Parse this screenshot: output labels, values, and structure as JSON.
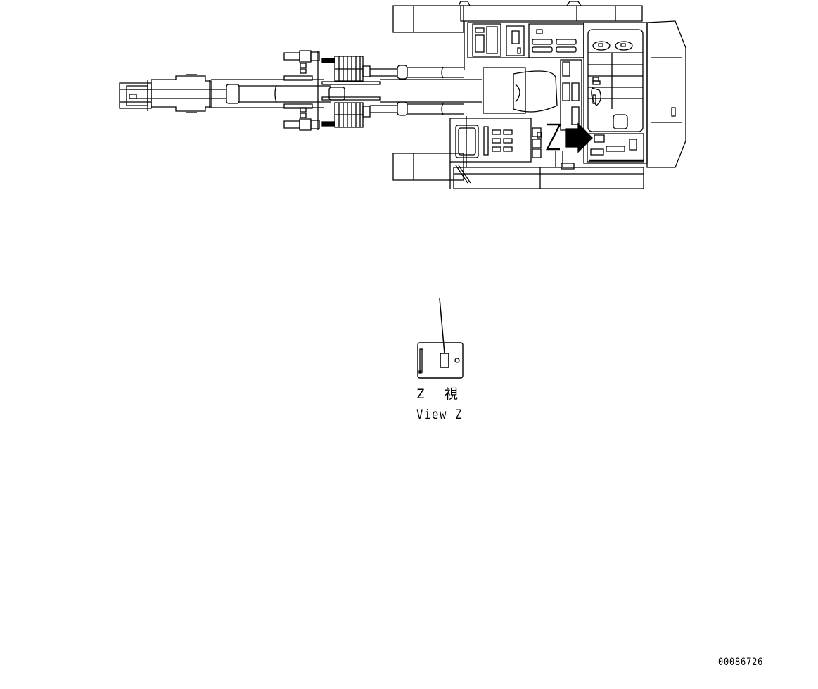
{
  "diagram": {
    "subject": "Excavator top view with decal location",
    "main_view": {
      "name": "excavator-top-view",
      "pointer_arrow_label": "Z"
    },
    "detail_view": {
      "label_jp_letter": "Z",
      "label_jp_kanji": "視",
      "label_en": "View Z"
    },
    "drawing_number": "00086726",
    "colors": {
      "line": "#000000",
      "background": "#ffffff"
    }
  }
}
